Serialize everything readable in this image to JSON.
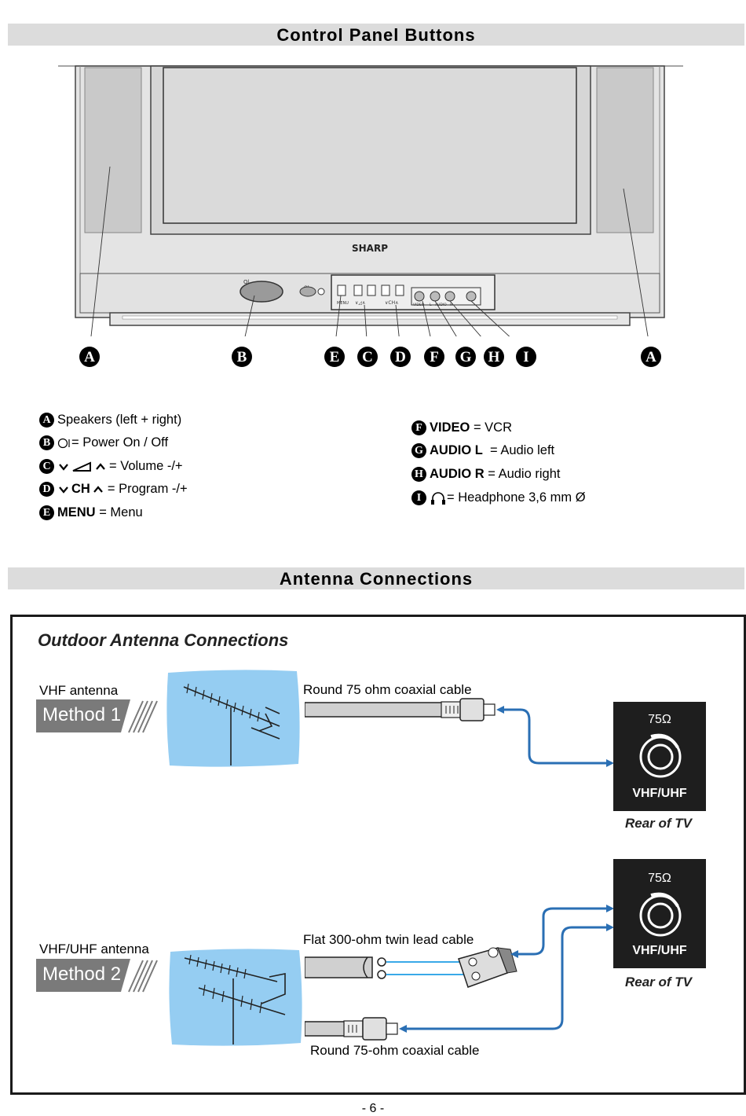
{
  "sections": {
    "control_panel_title": "Control Panel Buttons",
    "antenna_title": "Antenna Connections"
  },
  "tv_diagram": {
    "brand": "SHARP",
    "small_labels": {
      "menu": "MENU",
      "video": "VIDEO",
      "audio_lr": "L - AUDIO - R"
    },
    "callouts": [
      "A",
      "B",
      "E",
      "C",
      "D",
      "F",
      "G",
      "H",
      "I",
      "A"
    ]
  },
  "legend_left": [
    {
      "letter": "A",
      "bold": "",
      "text": "Speakers (left + right)"
    },
    {
      "letter": "B",
      "bold": "",
      "text": "= Power On / Off",
      "icon": "power-icon"
    },
    {
      "letter": "C",
      "bold": "",
      "text": "= Volume -/+",
      "icon": "volume-icon"
    },
    {
      "letter": "D",
      "bold": "CH",
      "text": "= Program -/+",
      "icon": "channel-arrows-icon"
    },
    {
      "letter": "E",
      "bold": "MENU",
      "text": "= Menu"
    }
  ],
  "legend_right": [
    {
      "letter": "F",
      "bold": "VIDEO",
      "text": "= VCR"
    },
    {
      "letter": "G",
      "bold": "AUDIO L",
      "text": "= Audio left"
    },
    {
      "letter": "H",
      "bold": "AUDIO R",
      "text": "= Audio right"
    },
    {
      "letter": "I",
      "bold": "",
      "text": "= Headphone 3,6 mm Ø",
      "icon": "headphone-icon"
    }
  ],
  "antenna": {
    "box_title": "Outdoor Antenna Connections",
    "method1": {
      "antenna_label": "VHF antenna",
      "badge": "Method 1",
      "cable_label": "Round 75 ohm coaxial cable",
      "rear": {
        "ohm": "75Ω",
        "port": "VHF/UHF",
        "caption": "Rear of TV"
      }
    },
    "method2": {
      "antenna_label": "VHF/UHF antenna",
      "badge": "Method 2",
      "cable_label_top": "Flat 300-ohm twin lead cable",
      "cable_label_bottom": "Round 75-ohm coaxial cable",
      "rear": {
        "ohm": "75Ω",
        "port": "VHF/UHF",
        "caption": "Rear of TV"
      }
    },
    "colors": {
      "sky": "#95cdf2",
      "arrow": "#2a6fb4",
      "panel": "#1e1e1e",
      "badge": "#7a7a7a"
    }
  },
  "footer": {
    "page_number": "- 6 -"
  }
}
